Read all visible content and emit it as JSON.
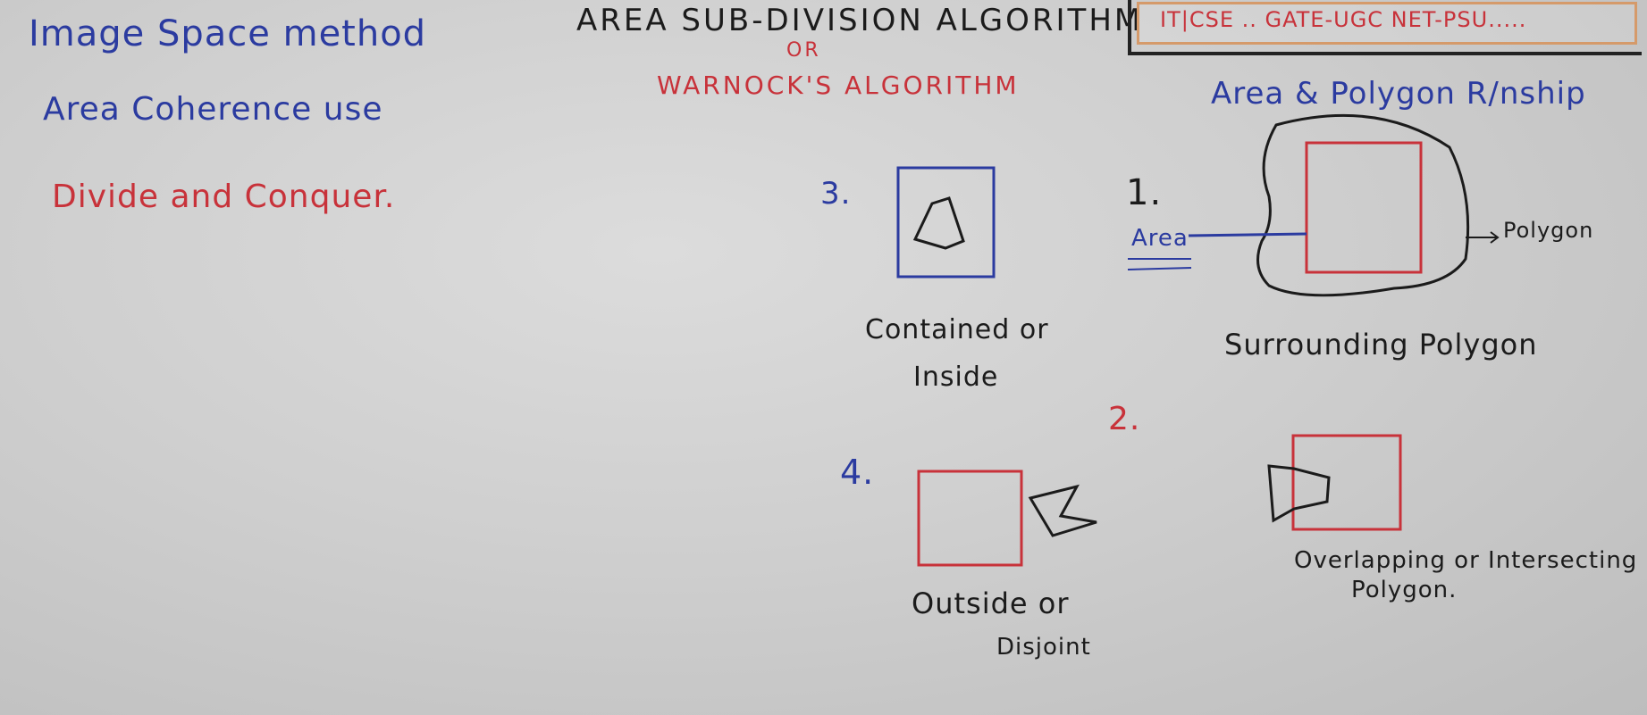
{
  "left_notes": {
    "line1": "Image Space method",
    "line2": "Area Coherence use",
    "line3": "Divide and Conquer."
  },
  "header": {
    "title": "AREA SUB-DIVISION ALGORITHM",
    "or": "OR",
    "subtitle": "WARNOCK'S ALGORITHM",
    "banner": "IT|CSE .. GATE-UGC NET-PSU....."
  },
  "relationship": {
    "heading": "Area & Polygon R/nship"
  },
  "cases": {
    "case1": {
      "number": "1.",
      "area_label": "Area",
      "polygon_label": "Polygon",
      "caption": "Surrounding Polygon"
    },
    "case2": {
      "number": "2.",
      "caption_line1": "Overlapping or Intersecting",
      "caption_line2": "Polygon."
    },
    "case3": {
      "number": "3.",
      "caption_line1": "Contained or",
      "caption_line2": "Inside"
    },
    "case4": {
      "number": "4.",
      "caption_line1": "Outside or",
      "caption_line2": "Disjoint"
    }
  },
  "colors": {
    "blue_marker": "#2b3ba0",
    "red_marker": "#c8323a",
    "black_marker": "#1b1b1b",
    "banner_border": "#d59a6a"
  }
}
